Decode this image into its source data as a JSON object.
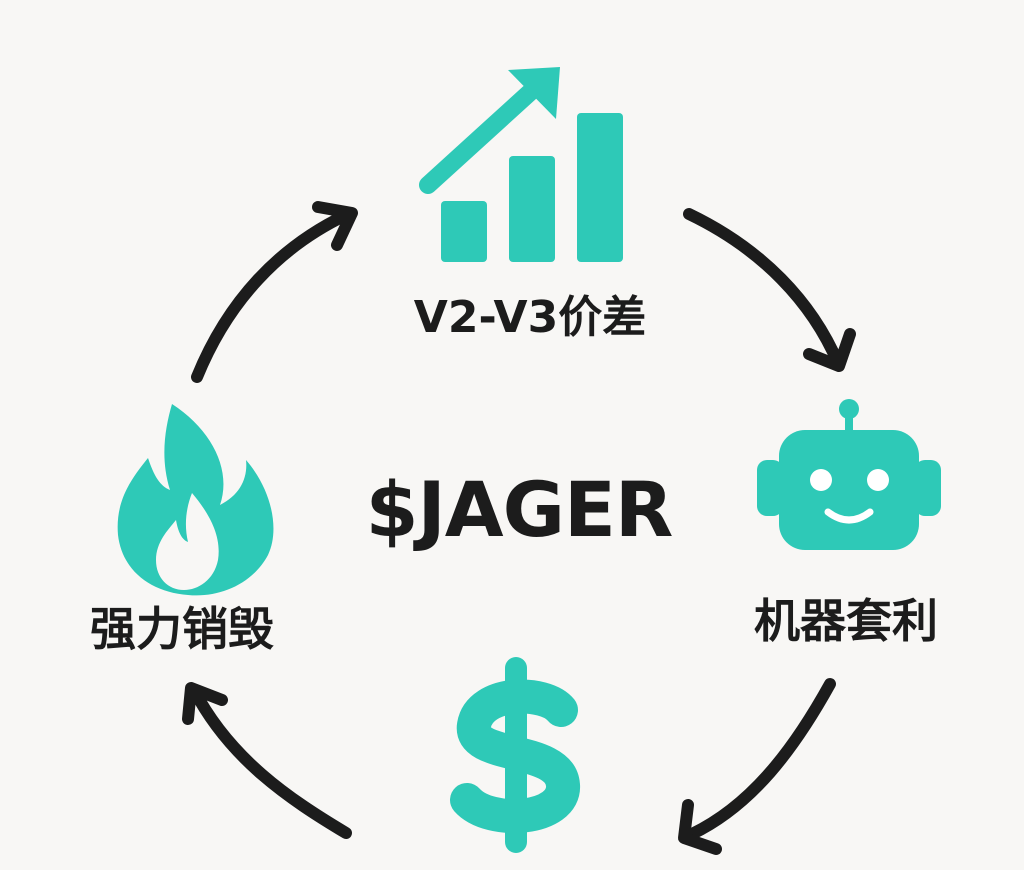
{
  "center": {
    "title": "$JAGER"
  },
  "nodes": {
    "top": {
      "label": "V2-V3价差",
      "icon": "bar-chart-up-icon"
    },
    "right": {
      "label": "机器套利",
      "icon": "robot-icon"
    },
    "bottom": {
      "label": "",
      "icon": "dollar-icon"
    },
    "left": {
      "label": "强力销毁",
      "icon": "flame-icon"
    }
  },
  "colors": {
    "accent": "#2ec9b7",
    "arrow": "#1c1c1c",
    "text": "#1c1c1c",
    "background": "#f8f7f5"
  }
}
